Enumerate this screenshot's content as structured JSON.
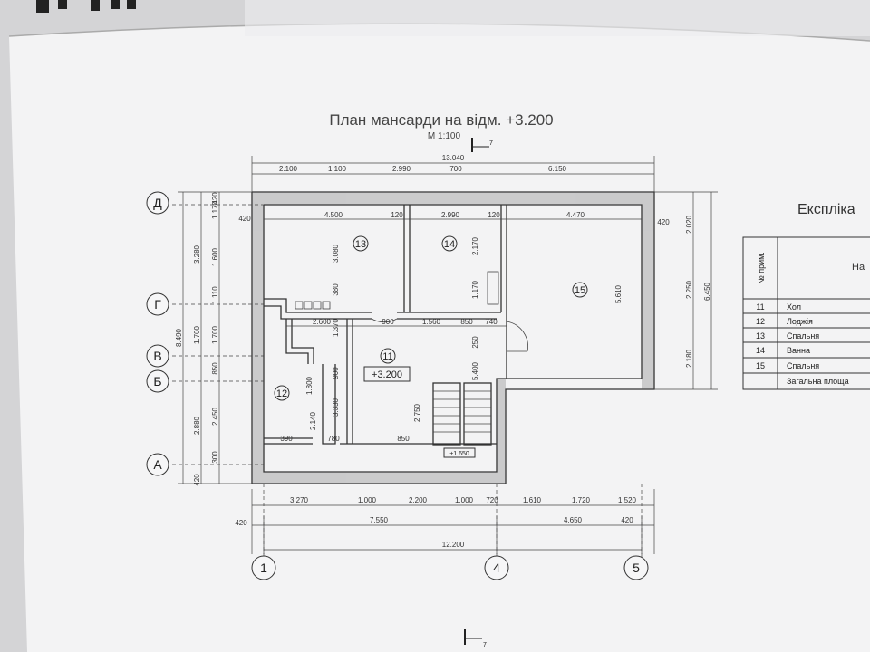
{
  "title": "План мансарди на відм. +3.200",
  "scale": "М 1:100",
  "section_mark_top": "7",
  "section_mark_bottom": "7",
  "level_mark": "+3.200",
  "stair_level": "+1.650",
  "table_title": "Експліка",
  "table_header_no": "№ прим.",
  "table_header_name": "На",
  "rooms": [
    {
      "no": "11",
      "name": "Хол"
    },
    {
      "no": "12",
      "name": "Лоджія"
    },
    {
      "no": "13",
      "name": "Спальня"
    },
    {
      "no": "14",
      "name": "Ванна"
    },
    {
      "no": "15",
      "name": "Спальня"
    }
  ],
  "table_total": "Загальна площа",
  "row_axes": [
    "Д",
    "Г",
    "В",
    "Б",
    "А"
  ],
  "col_axes": [
    "1",
    "4",
    "5"
  ],
  "dims_top_total": "13.040",
  "dims_top": [
    "2.100",
    "1.100",
    "2.990",
    "700",
    "6.150"
  ],
  "dims_inner_top": [
    "4.500",
    "120",
    "2.990",
    "120",
    "4.470"
  ],
  "dims_mid": [
    "2.600",
    "900",
    "1.560",
    "850",
    "740"
  ],
  "dims_bottom1": [
    "3.270",
    "1.000",
    "2.200",
    "1.000",
    "720",
    "1.610",
    "1.720",
    "1.520"
  ],
  "dims_bottom2": [
    "420",
    "7.550",
    "4.650",
    "420"
  ],
  "dims_bottom_total": "12.200",
  "dims_left": [
    "420",
    "1.170",
    "1.600",
    "1.110",
    "1.700",
    "850",
    "2.450",
    "300",
    "420"
  ],
  "dims_left_outer": [
    "3.280",
    "1.700",
    "2.880"
  ],
  "dims_left_total": "8.490",
  "dims_right": [
    "2.020",
    "2.250",
    "2.180"
  ],
  "dims_right_total": "6.450",
  "dims_wall": [
    "420",
    "420",
    "420",
    "420",
    "420"
  ],
  "dims_inner_v": [
    "3.080",
    "380",
    "1.370",
    "2.170",
    "1.170",
    "5.610",
    "2.750",
    "3.330",
    "2.140",
    "1.700",
    "250",
    "5.400",
    "900",
    "390",
    "780",
    "850",
    "1.800"
  ]
}
